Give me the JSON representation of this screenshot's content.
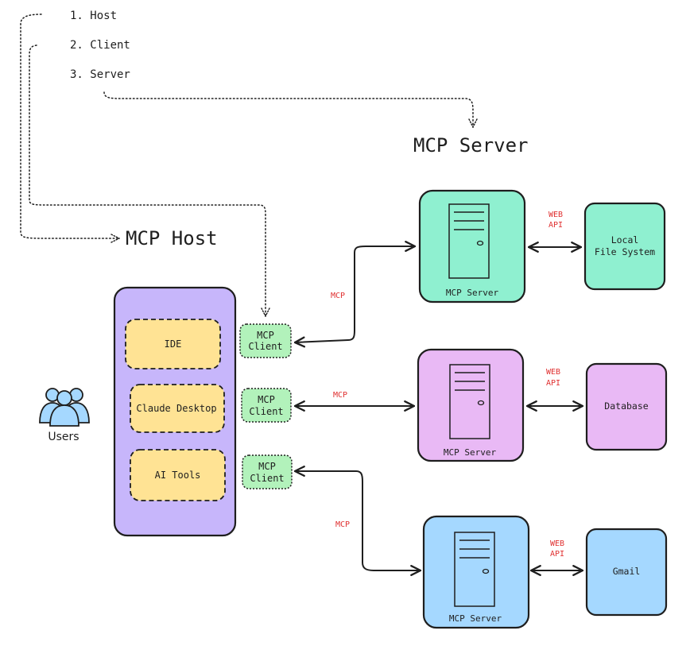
{
  "legend": {
    "items": [
      "1. Host",
      "2. Client",
      "3. Server"
    ]
  },
  "titles": {
    "host": "MCP Host",
    "server": "MCP Server"
  },
  "users": {
    "label": "Users"
  },
  "host_apps": [
    "IDE",
    "Claude Desktop",
    "AI Tools"
  ],
  "client": {
    "line1": "MCP",
    "line2": "Client"
  },
  "protocol_label": "MCP",
  "web_api": {
    "line1": "WEB",
    "line2": "API"
  },
  "servers": [
    {
      "label": "MCP Server",
      "color": "#8ff0d0",
      "resource": [
        "Local",
        "File System"
      ]
    },
    {
      "label": "MCP Server",
      "color": "#e9b9f5",
      "resource": [
        "Database"
      ]
    },
    {
      "label": "MCP Server",
      "color": "#a5d8ff",
      "resource": [
        "Gmail"
      ]
    }
  ],
  "colors": {
    "host_panel": "#c7b6fb",
    "app_box": "#ffe394",
    "client_box": "#b2f2bb",
    "label_red": "#e03131"
  }
}
